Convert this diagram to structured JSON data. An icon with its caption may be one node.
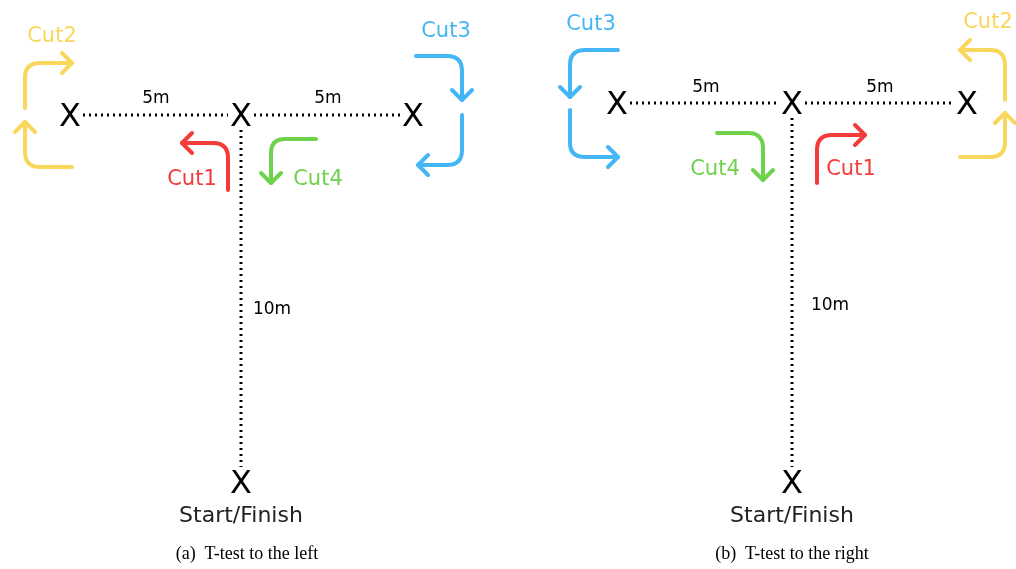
{
  "diagram": {
    "nodes": [
      {
        "text": [
          "X"
        ]
      },
      {
        "text": [
          "X"
        ]
      },
      {
        "text": [
          "X"
        ]
      },
      {
        "text": [
          "X"
        ],
        "beside": [
          "Start/Finish"
        ]
      },
      {
        "text": [
          "X"
        ]
      },
      {
        "text": [
          "X"
        ]
      },
      {
        "text": [
          "X"
        ]
      },
      {
        "text": [
          "X"
        ],
        "beside": [
          "Start/Finish"
        ]
      }
    ],
    "edges": [
      {
        "from": 0,
        "to": 1,
        "arrow": "none",
        "label": "5m"
      },
      {
        "from": 1,
        "to": 2,
        "arrow": "none",
        "label": "5m"
      },
      {
        "from": 1,
        "to": 3,
        "arrow": "none",
        "label": "10m"
      },
      {
        "from": 4,
        "to": 5,
        "arrow": "none",
        "label": "5m"
      },
      {
        "from": 5,
        "to": 6,
        "arrow": "none",
        "label": "5m"
      },
      {
        "from": 5,
        "to": 7,
        "arrow": "none",
        "label": "10m"
      }
    ],
    "labels": [
      "Cut2",
      "Cut3",
      "Cut1",
      "Cut4",
      "Cut3",
      "Cut2",
      "Cut4",
      "Cut1",
      "(a)  T-test to the left",
      "(b)  T-test to the right"
    ]
  }
}
